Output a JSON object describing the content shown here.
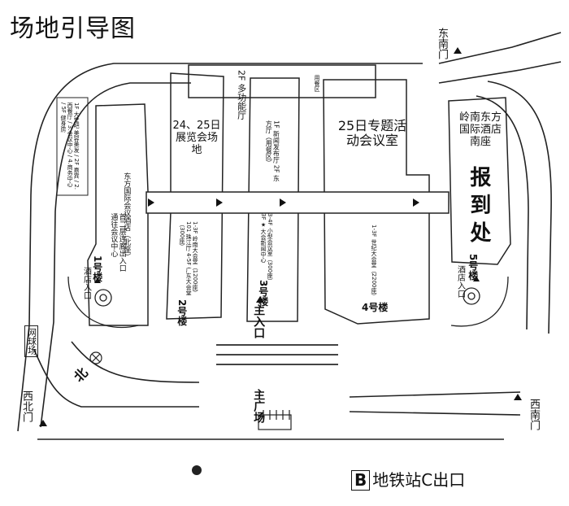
{
  "title": "场地引导图",
  "gates": {
    "east_south_gate": "东南门",
    "west_north_gate": "西北门",
    "west_south_gate": "西南门"
  },
  "roads": {
    "tennis_court": "网球场"
  },
  "buildings": {
    "building1": {
      "label": "1号楼",
      "floor_notes": "1F 大堂吧 美容美发 / 2F 嘉宾 / 2.西餐厅 / 3.会议中心 / 4.商务中心 / 5F 健身房",
      "hotel_name": "东方国际会议酒店（北座）",
      "hotel_note": "首二层连廊出入口 通往会议中心"
    },
    "building2": {
      "label": "2号楼",
      "floor_notes": "1-3F 岭南大会堂（1200座） 101 珠江厅 4-5F 广东大会堂（300座）",
      "exhibition": "24、25日展览会场地"
    },
    "building3": {
      "label": "3号楼",
      "floor_notes": "3-4F 小型会议室（300座） 3F ★大会新闻中心",
      "upper_notes": "1F 新闻发布厅 2F 东方厅（用餐区）"
    },
    "building4": {
      "label": "4号楼",
      "floor_notes": "1-3F 世纪大会堂（2200座）",
      "seminar": "25日专题活动会议室"
    },
    "building5": {
      "label": "5号楼",
      "hotel_name": "岭南东方国际酒店南座",
      "registration": "报到处"
    },
    "multi_hall": {
      "label": "2F 多功能厅",
      "note": "用餐区"
    }
  },
  "entrances": {
    "hotel_entrance_left": "酒店入口",
    "hotel_entrance_right": "酒店入口",
    "main_entrance": "主入口"
  },
  "plaza": {
    "main_plaza": "主广场"
  },
  "compass": {
    "north": "北"
  },
  "metro": {
    "badge": "B",
    "text": "地铁站C出口"
  }
}
